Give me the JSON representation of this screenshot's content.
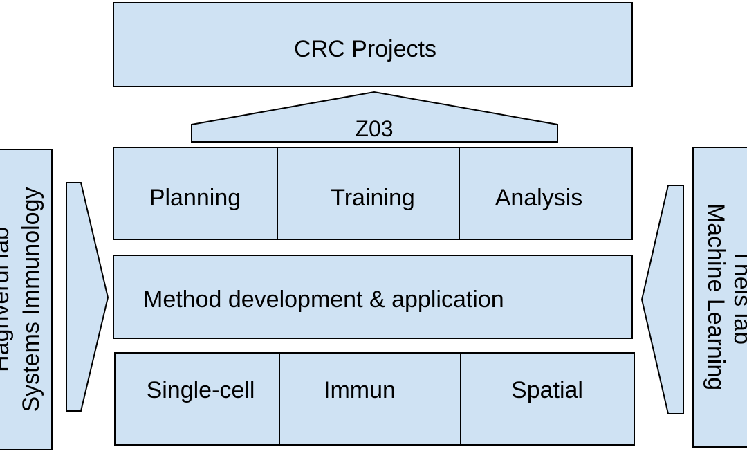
{
  "diagram": {
    "top_box": {
      "label": "CRC Projects"
    },
    "z03": {
      "label": "Z03"
    },
    "services": [
      {
        "label": "Planning"
      },
      {
        "label": "Training"
      },
      {
        "label": "Analysis"
      }
    ],
    "method": {
      "label": "Method development & application"
    },
    "technologies": [
      {
        "label": "Single-cell"
      },
      {
        "label": "Immun"
      },
      {
        "label": "Spatial"
      }
    ],
    "left_lab": {
      "line1": "Haghverdi lab",
      "line2": "Systems Immunology"
    },
    "right_lab": {
      "line1": "Theis lab",
      "line2": "Machine Learning"
    },
    "colors": {
      "box_fill": "#cfe2f3",
      "stroke": "#000000",
      "text": "#000000"
    }
  }
}
